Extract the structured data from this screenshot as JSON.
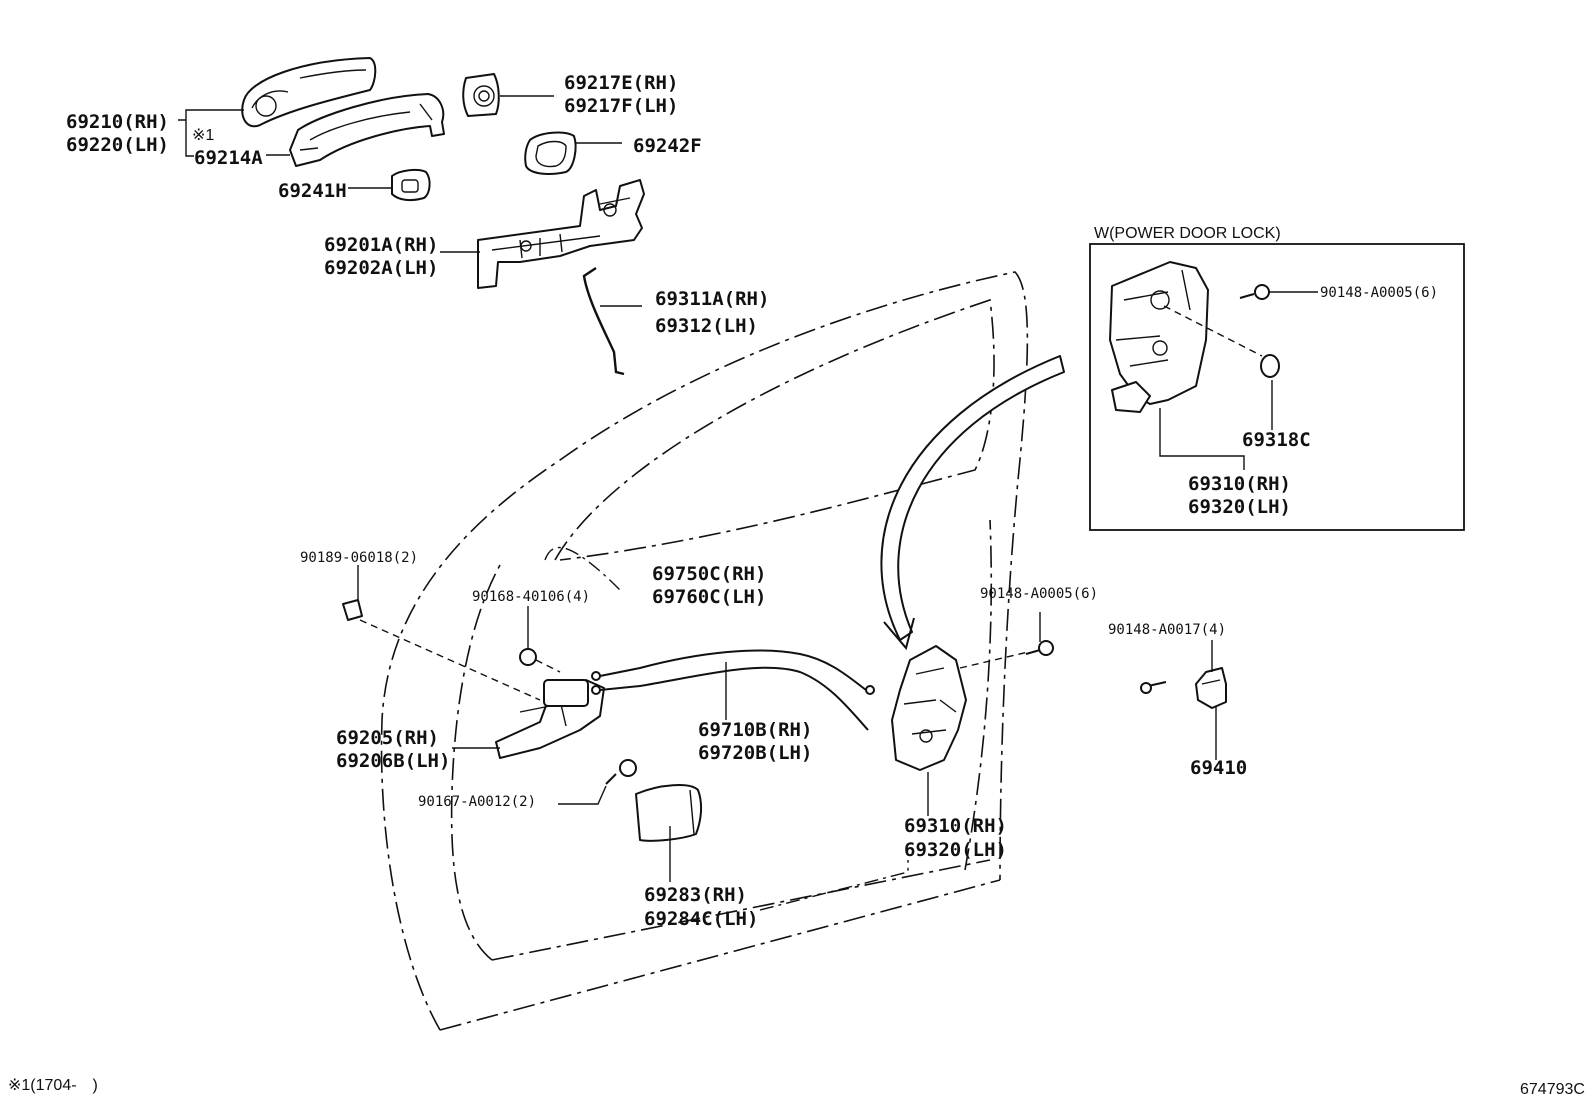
{
  "labels": {
    "p69210": "69210(RH)",
    "p69220": "69220(LH)",
    "note_mark": "※1",
    "p69214a": "69214A",
    "p69241h": "69241H",
    "p69217e": "69217E(RH)",
    "p69217f": "69217F(LH)",
    "p69242f": "69242F",
    "p69201a": "69201A(RH)",
    "p69202a": "69202A(LH)",
    "p69311a": "69311A(RH)",
    "p69312": "69312(LH)",
    "p90189": "90189-06018(2)",
    "p90168": "90168-40106(4)",
    "p69750c": "69750C(RH)",
    "p69760c": "69760C(LH)",
    "p90148_main": "90148-A0005(6)",
    "p90148_a0017": "90148-A0017(4)",
    "p69410": "69410",
    "p69205": "69205(RH)",
    "p69206b": "69206B(LH)",
    "p90167": "90167-A0012(2)",
    "p69710b": "69710B(RH)",
    "p69720b": "69720B(LH)",
    "p69310_main": "69310(RH)",
    "p69320_main": "69320(LH)",
    "p69283": "69283(RH)",
    "p69284c": "69284C(LH)"
  },
  "inset": {
    "title": "W(POWER DOOR LOCK)",
    "p90148": "90148-A0005(6)",
    "p69318c": "69318C",
    "p69310": "69310(RH)",
    "p69320": "69320(LH)"
  },
  "footer": {
    "note": "※1(1704-　)",
    "diagram_id": "674793C"
  }
}
